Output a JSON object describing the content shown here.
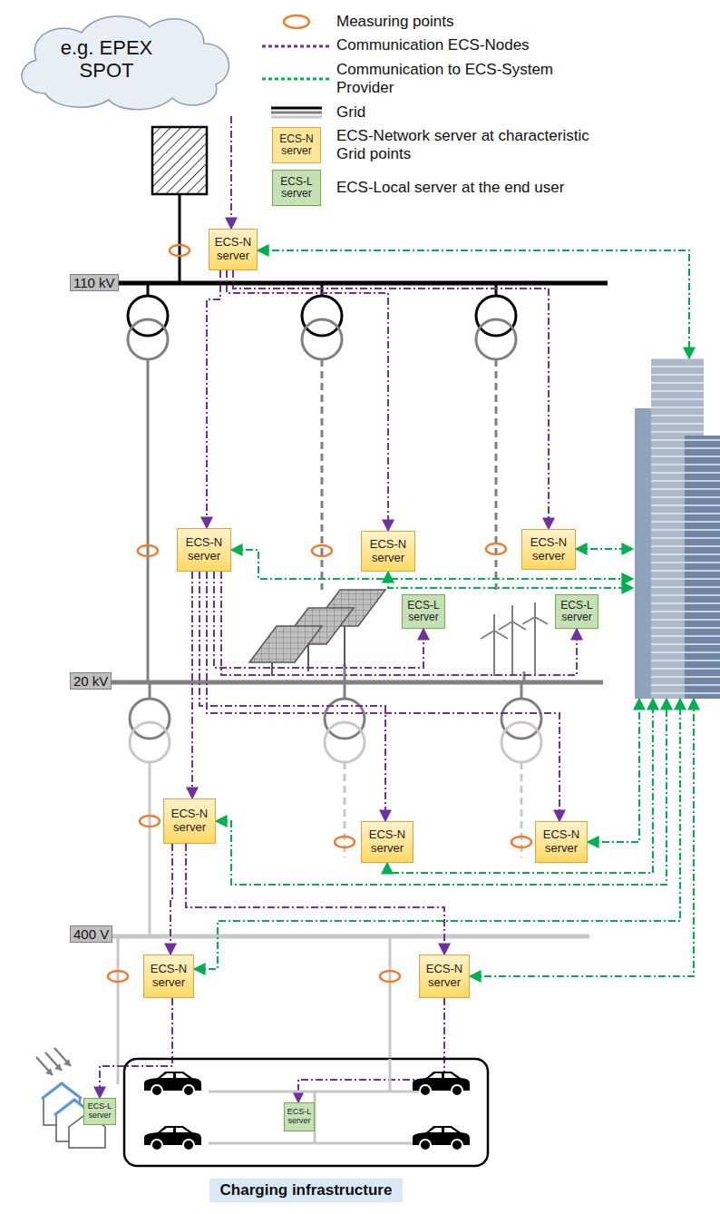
{
  "diagram": {
    "nodes": [
      {
        "text": [
          "e.g. EPEX SPOT"
        ]
      },
      {
        "text": [
          "ECS-N server"
        ]
      },
      {
        "text": [
          "ECS-N server"
        ]
      },
      {
        "text": [
          "ECS-N server"
        ]
      },
      {
        "text": [
          "ECS-N server"
        ]
      },
      {
        "text": [
          "ECS-L server"
        ]
      },
      {
        "text": [
          "ECS-L server"
        ]
      },
      {
        "text": [
          "ECS-N server"
        ]
      },
      {
        "text": [
          "ECS-N server"
        ]
      },
      {
        "text": [
          "ECS-N server"
        ]
      },
      {
        "text": [
          "ECS-N server"
        ]
      },
      {
        "text": [
          "ECS-N server"
        ]
      },
      {
        "text": [
          "ECS-L server"
        ]
      },
      {
        "text": [
          "Charging infrastructure"
        ]
      },
      {
        "text": [
          "ECS-L server"
        ],
        "in": 13
      }
    ],
    "edges": [
      {
        "from": 0,
        "to": 1,
        "arrow": "to"
      },
      {
        "from": 1,
        "to": 2,
        "arrow": "to"
      },
      {
        "from": 1,
        "to": 3,
        "arrow": "to"
      },
      {
        "from": 1,
        "to": 4,
        "arrow": "to"
      },
      {
        "from": 2,
        "to": 5,
        "arrow": "to"
      },
      {
        "from": 2,
        "to": 6,
        "arrow": "to"
      },
      {
        "from": 2,
        "to": 7,
        "arrow": "to"
      },
      {
        "from": 2,
        "to": 8,
        "arrow": "to"
      },
      {
        "from": 2,
        "to": 9,
        "arrow": "to"
      },
      {
        "from": 7,
        "to": 10,
        "arrow": "to"
      },
      {
        "from": 7,
        "to": 11,
        "arrow": "to"
      },
      {
        "from": 10,
        "to": 12,
        "arrow": "to"
      },
      {
        "from": 11,
        "to": 14,
        "arrow": "to"
      }
    ],
    "labels": [
      "ECS-N server",
      "ECS-L server",
      "110 kV",
      "20 kV",
      "400 V"
    ],
    "legend": [
      {
        "text": "Measuring points"
      },
      {
        "text": "Communication ECS-Nodes"
      },
      {
        "text": "Communication to ECS-System Provider"
      },
      {
        "text": "Grid"
      },
      {
        "text": "ECS-Network server at characteristic Grid points",
        "color": "#ffe699"
      },
      {
        "text": "ECS-Local server at the end user",
        "color": "#c5e0b4"
      }
    ]
  }
}
